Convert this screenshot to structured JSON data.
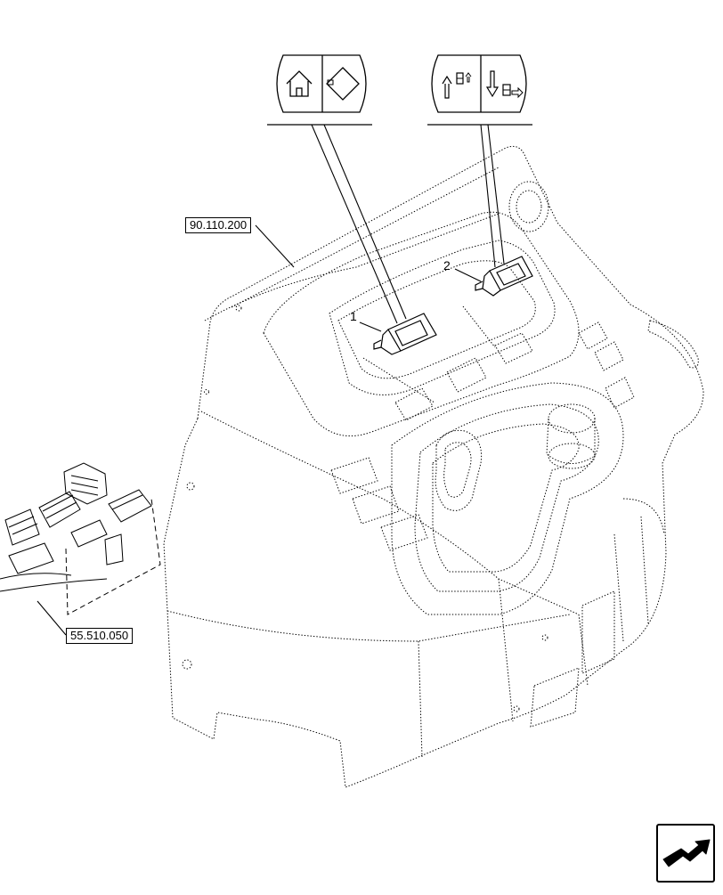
{
  "references": {
    "cab_panel": "90.110.200",
    "wiring_harness": "55.510.050"
  },
  "callouts": {
    "item_1": "1",
    "item_2": "2"
  },
  "switch_symbols": {
    "switch_1": [
      "home-house-icon",
      "diamond-signal-icon"
    ],
    "switch_2": [
      "arrow-up-block-icon",
      "arrow-down-block-icon"
    ]
  },
  "navigation": {
    "icon": "next-page-arrow-icon"
  },
  "colors": {
    "line": "#000000",
    "background": "#ffffff"
  }
}
